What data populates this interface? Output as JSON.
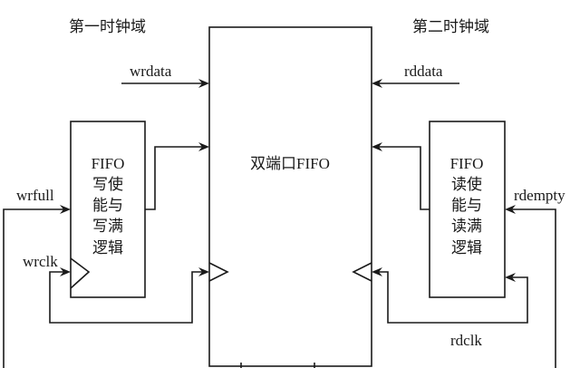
{
  "domains": {
    "left_title": "第一时钟域",
    "right_title": "第二时钟域"
  },
  "main_block": {
    "label": "双端口FIFO"
  },
  "write_logic_block": {
    "lines": [
      "FIFO",
      "写使",
      "能与",
      "写满",
      "逻辑"
    ]
  },
  "read_logic_block": {
    "lines": [
      "FIFO",
      "读使",
      "能与",
      "读满",
      "逻辑"
    ]
  },
  "signals": {
    "wrdata": "wrdata",
    "rddata": "rddata",
    "wrfull": "wrfull",
    "wrclk": "wrclk",
    "rdempty": "rdempty",
    "rdclk": "rdclk"
  }
}
